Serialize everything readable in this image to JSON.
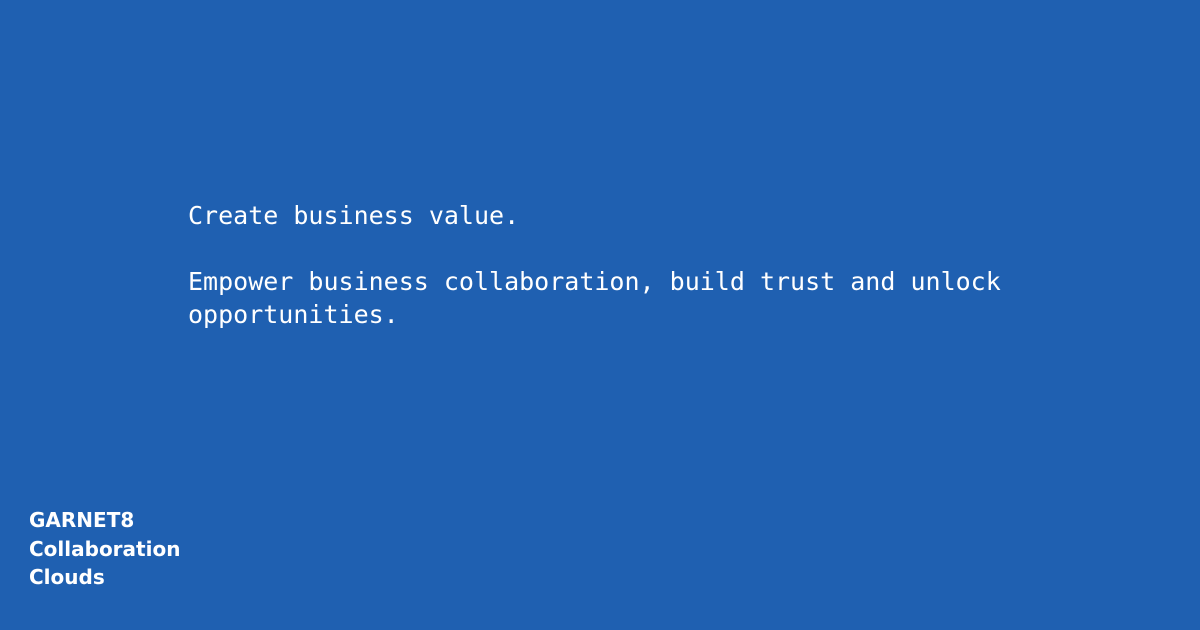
{
  "theme": {
    "background": "#1f60b1",
    "text": "#ffffff"
  },
  "message": {
    "headline": "Create business value.",
    "body": "Empower business collaboration, build trust and unlock opportunities."
  },
  "brand": {
    "lines": [
      "GARNET8",
      "Collaboration",
      "Clouds"
    ]
  }
}
